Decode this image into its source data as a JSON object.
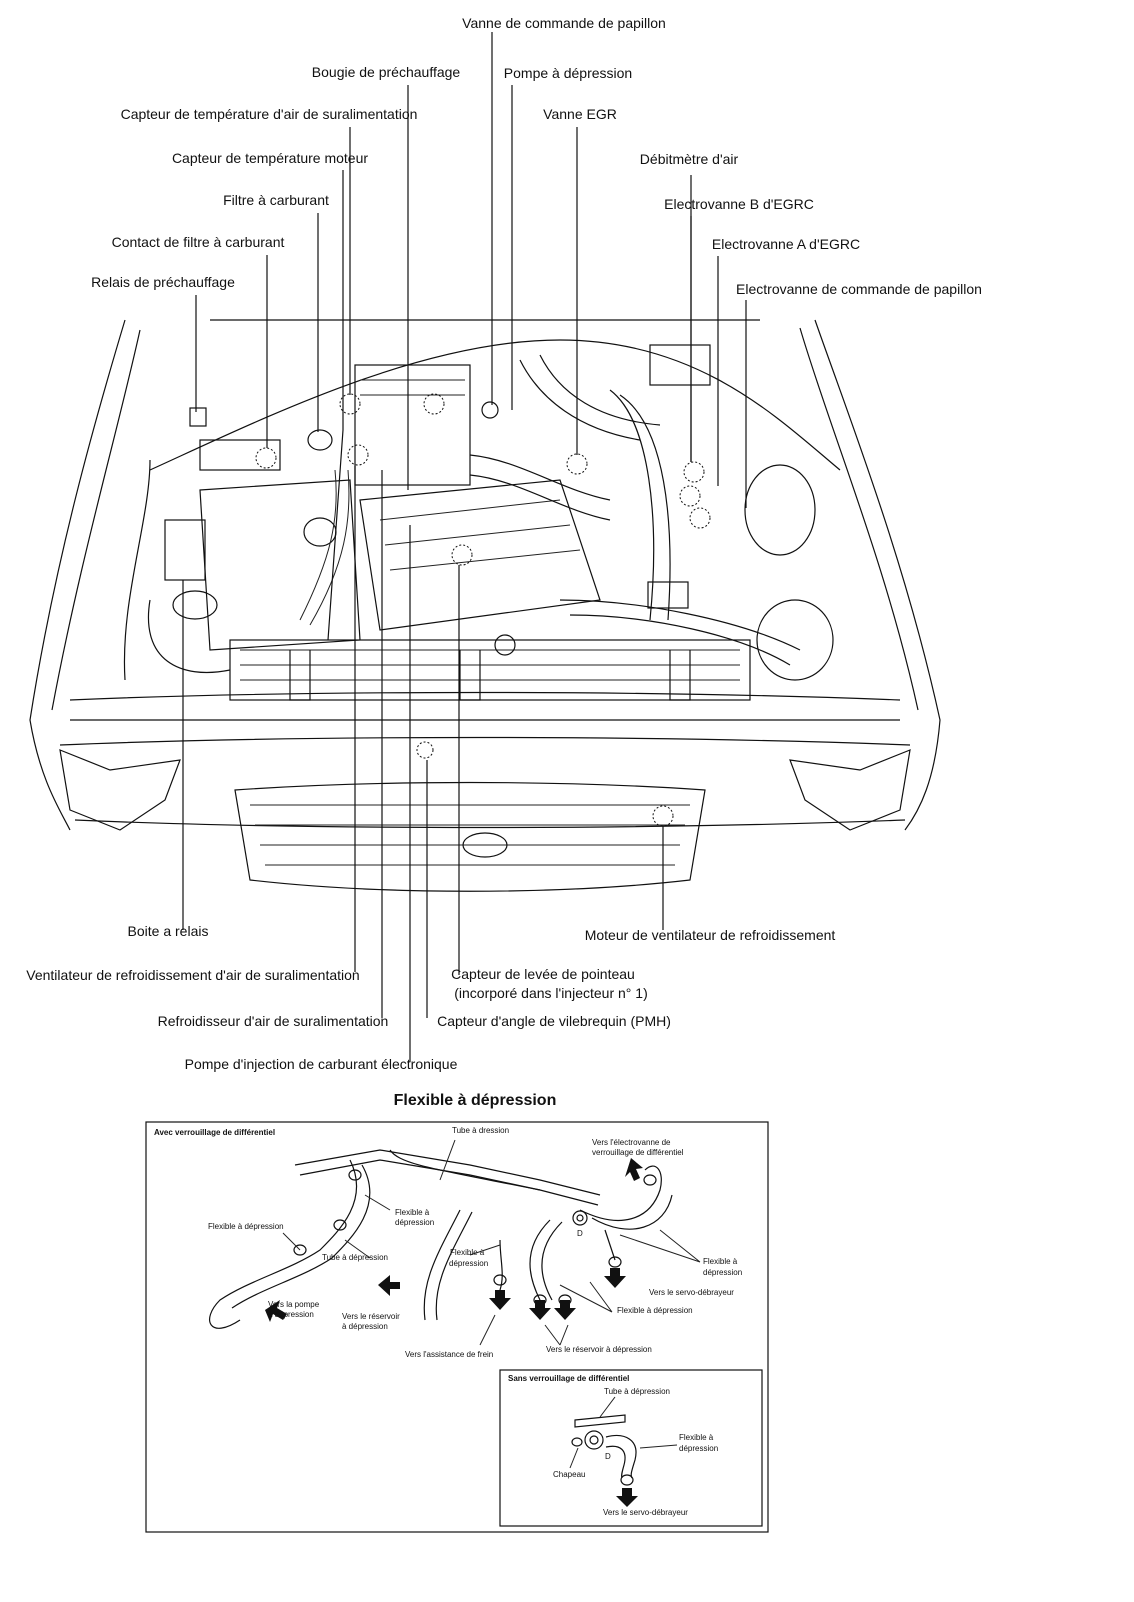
{
  "engine_labels": {
    "vanne_commande_papillon": "Vanne de commande de papillon",
    "bougie_prechauffage": "Bougie de préchauffage",
    "pompe_depression": "Pompe à dépression",
    "capteur_temp_air_suralimentation": "Capteur de température d'air de suralimentation",
    "vanne_egr": "Vanne EGR",
    "capteur_temp_moteur": "Capteur de température moteur",
    "debitmetre_air": "Débitmètre d'air",
    "filtre_carburant": "Filtre à carburant",
    "electrovanne_b_egrc": "Electrovanne B d'EGRC",
    "contact_filtre_carburant": "Contact de filtre à carburant",
    "electrovanne_a_egrc": "Electrovanne A d'EGRC",
    "relais_prechauffage": "Relais de préchauffage",
    "electrovanne_commande_papillon": "Electrovanne de commande de papillon",
    "boite_relais": "Boite a relais",
    "moteur_ventilateur": "Moteur de ventilateur de refroidissement",
    "ventilateur_refroid_air": "Ventilateur de refroidissement d'air de suralimentation",
    "capteur_levee_pointeau": "Capteur de levée de pointeau",
    "capteur_levee_pointeau_note": "(incorporé dans l'injecteur n° 1)",
    "refroidisseur_air": "Refroidisseur d'air de suralimentation",
    "capteur_angle_vilebrequin": "Capteur d'angle de vilebrequin (PMH)",
    "pompe_injection": "Pompe d'injection de carburant électronique"
  },
  "vacuum_section": {
    "title": "Flexible à dépression",
    "main_panel": {
      "heading": "Avec verrouillage de différentiel",
      "tube_top": "Tube à dression",
      "vers_electrovanne_1": "Vers l'électrovanne de",
      "vers_electrovanne_2": "verrouillage de différentiel",
      "flexible_left": "Flexible à dépression",
      "flexible_mid_1": "Flexible à",
      "flexible_mid_2": "dépression",
      "tube_mid": "Tube à dépression",
      "flexible_center_1": "Flexible à",
      "flexible_center_2": "dépression",
      "flexible_right_1": "Flexible à",
      "flexible_right_2": "dépression",
      "vers_pompe_1": "Vers la pompe",
      "vers_pompe_2": "à dépression",
      "vers_reservoir_1": "Vers le réservoir",
      "vers_reservoir_2": "à dépression",
      "vers_servo": "Vers le servo-débrayeur",
      "flexible_lower_right": "Flexible à dépression",
      "vers_assistance": "Vers l'assistance de frein",
      "vers_reservoir_bottom": "Vers le réservoir à dépression",
      "marker_d": "D"
    },
    "inset_panel": {
      "heading": "Sans verrouillage de différentiel",
      "tube": "Tube à dépression",
      "flexible_1": "Flexible à",
      "flexible_2": "dépression",
      "chapeau": "Chapeau",
      "marker_d": "D",
      "vers_servo": "Vers le servo-débrayeur"
    }
  }
}
